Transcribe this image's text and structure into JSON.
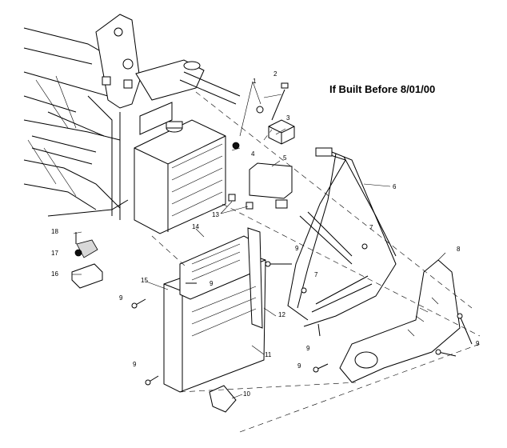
{
  "title": "If Built Before 8/01/00",
  "callouts": {
    "c1": "1",
    "c2": "2",
    "c3": "3",
    "c4": "4",
    "c5": "5",
    "c6": "6",
    "c7a": "7",
    "c7b": "7",
    "c8": "8",
    "c9a": "9",
    "c9b": "9",
    "c9c": "9",
    "c9d": "9",
    "c9e": "9",
    "c9f": "9",
    "c9g": "9",
    "c10": "10",
    "c11": "11",
    "c12": "12",
    "c13": "13",
    "c14": "14",
    "c15": "15",
    "c16": "16",
    "c17": "17",
    "c18": "18"
  }
}
